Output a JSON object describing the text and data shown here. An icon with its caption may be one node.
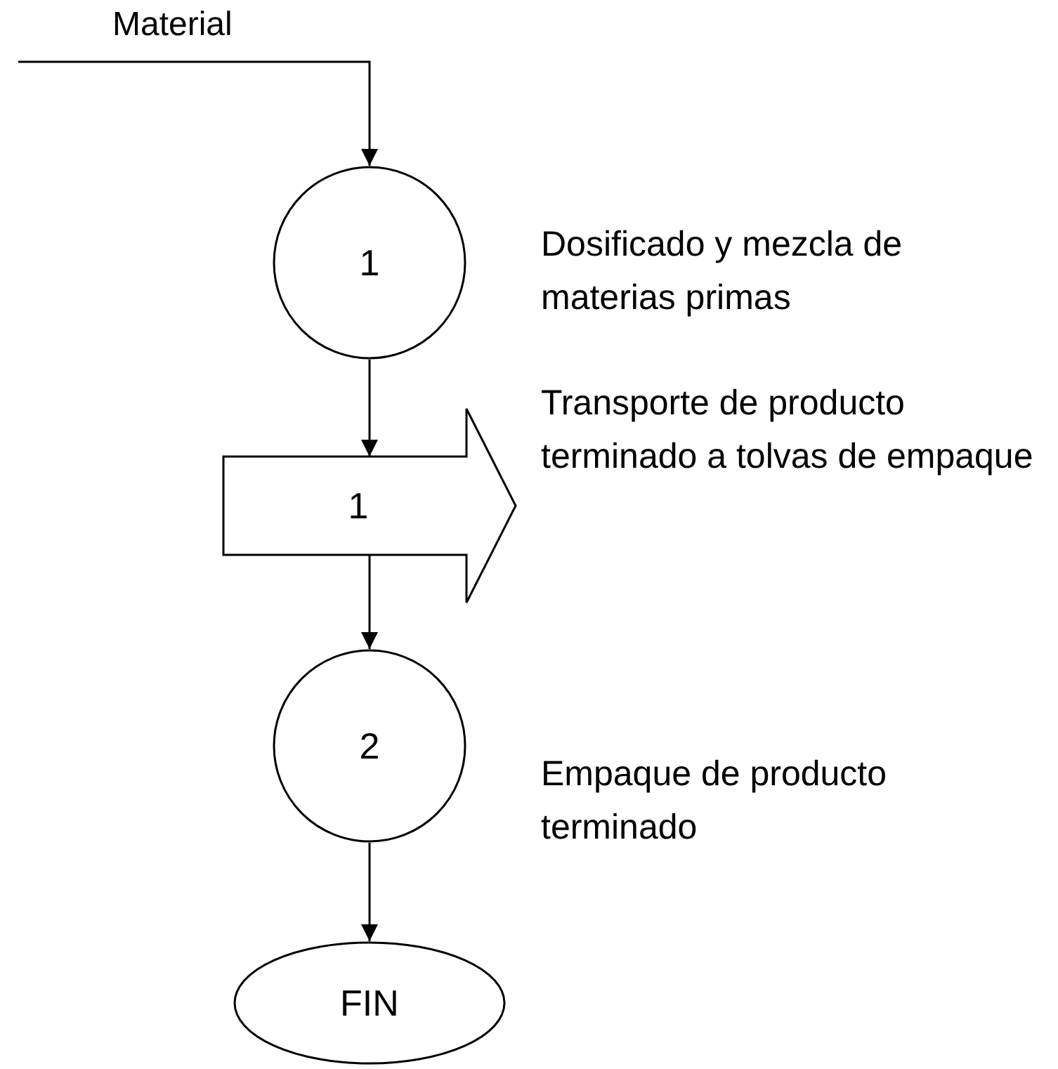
{
  "diagram": {
    "nodes": [
      {
        "text": [
          "1"
        ],
        "beside": [
          "Dosificado y mezcla de materias primas"
        ]
      },
      {
        "text": [
          "1"
        ],
        "beside": [
          "Transporte de producto terminado a tolvas de empaque"
        ]
      },
      {
        "text": [
          "2"
        ],
        "beside": [
          "Empaque de producto terminado"
        ]
      },
      {
        "text": [
          "FIN"
        ]
      }
    ],
    "edges": [
      {
        "from": null,
        "to": 0,
        "arrow": "to",
        "label": "Material"
      },
      {
        "from": 0,
        "to": 1,
        "arrow": "to"
      },
      {
        "from": 1,
        "to": 2,
        "arrow": "to"
      },
      {
        "from": 2,
        "to": 3,
        "arrow": "to"
      }
    ]
  }
}
